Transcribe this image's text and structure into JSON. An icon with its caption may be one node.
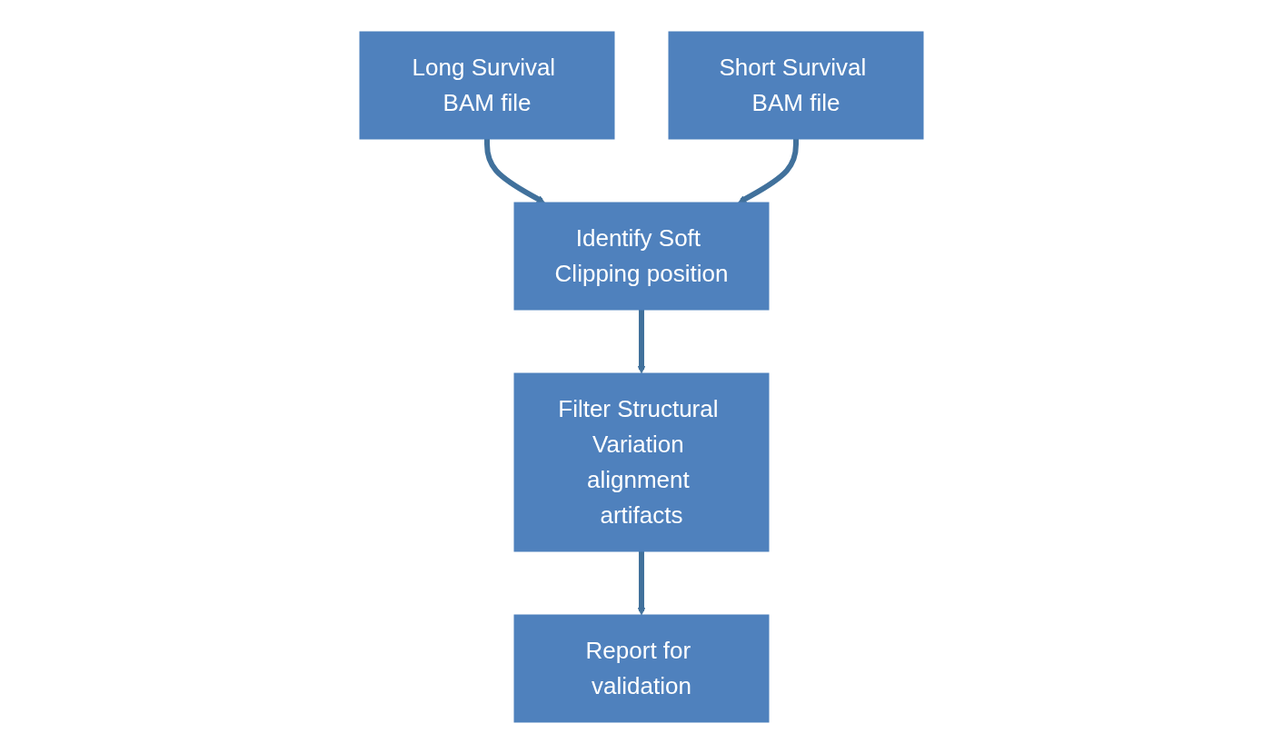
{
  "diagram": {
    "nodes": [
      {
        "text": [
          "Long Survival BAM file"
        ]
      },
      {
        "text": [
          "Short Survival BAM file"
        ]
      },
      {
        "text": [
          "Identify Soft Clipping position"
        ]
      },
      {
        "text": [
          "Filter Structural Variation alignment artifacts"
        ]
      },
      {
        "text": [
          "Report for validation"
        ]
      }
    ],
    "edges": [
      {
        "from": 0,
        "to": 2,
        "arrow": "to"
      },
      {
        "from": 1,
        "to": 2,
        "arrow": "to"
      },
      {
        "from": 2,
        "to": 3,
        "arrow": "to"
      },
      {
        "from": 3,
        "to": 4,
        "arrow": "to"
      }
    ]
  }
}
